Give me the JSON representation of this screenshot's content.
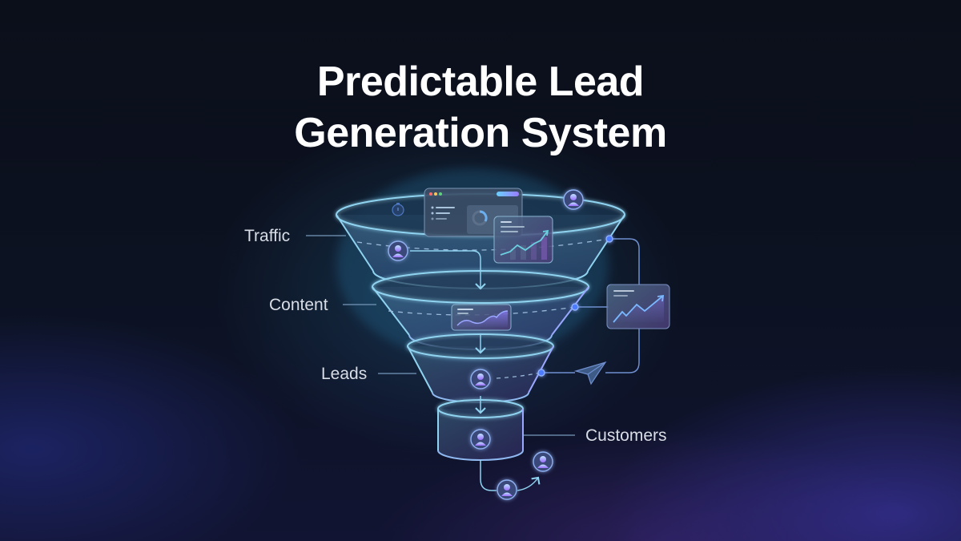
{
  "title": {
    "line1": "Predictable Lead",
    "line2": "Generation System"
  },
  "stages": [
    {
      "label": "Traffic",
      "side": "left"
    },
    {
      "label": "Content",
      "side": "left"
    },
    {
      "label": "Leads",
      "side": "left"
    },
    {
      "label": "Customers",
      "side": "right"
    }
  ],
  "colors": {
    "background": "#0a0e1a",
    "outline": "#8fd3f0",
    "accent_blue": "#4d7cff",
    "accent_purple": "#9a7cff",
    "avatar_gradient_top": "#9fd6ff",
    "avatar_gradient_bottom": "#a472ff",
    "title": "#ffffff",
    "label": "#d9dde6"
  },
  "icons": [
    "user-avatar-icon",
    "browser-window-icon",
    "growth-chart-icon",
    "paper-plane-icon",
    "stopwatch-icon",
    "down-arrow-icon"
  ]
}
